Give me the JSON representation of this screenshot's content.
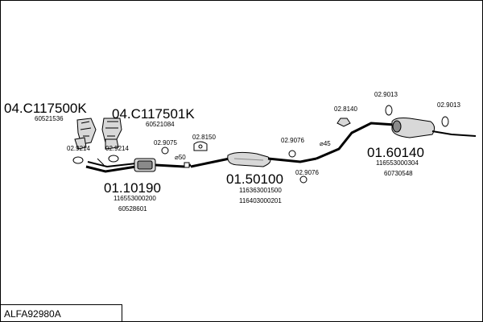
{
  "diagram_code": "ALFA92980A",
  "parts": [
    {
      "id": "manifold-left",
      "number": "04.C117500K",
      "refs": [
        "60521536"
      ]
    },
    {
      "id": "manifold-right",
      "number": "04.C117501K",
      "refs": [
        "60521084"
      ]
    },
    {
      "id": "front-pipe",
      "number": "01.10190",
      "refs": [
        "116553000200",
        "60528601"
      ]
    },
    {
      "id": "middle-silencer",
      "number": "01.50100",
      "refs": [
        "116363001500",
        "116403000201"
      ]
    },
    {
      "id": "rear-silencer",
      "number": "01.60140",
      "refs": [
        "116553000304",
        "60730548"
      ]
    }
  ],
  "fittings": {
    "f9214a": "02.9214",
    "f9214b": "02.9214",
    "f9075": "02.9075",
    "f8150": "02.8150",
    "f9076a": "02.9076",
    "f9076b": "02.9076",
    "f8140": "02.8140",
    "f9013a": "02.9013",
    "f9013b": "02.9013"
  },
  "diameters": {
    "d50": "⌀50",
    "d45": "⌀45"
  },
  "colors": {
    "line": "#000000",
    "part_fill": "#cfcfcf",
    "part_dark": "#8a8a8a"
  }
}
